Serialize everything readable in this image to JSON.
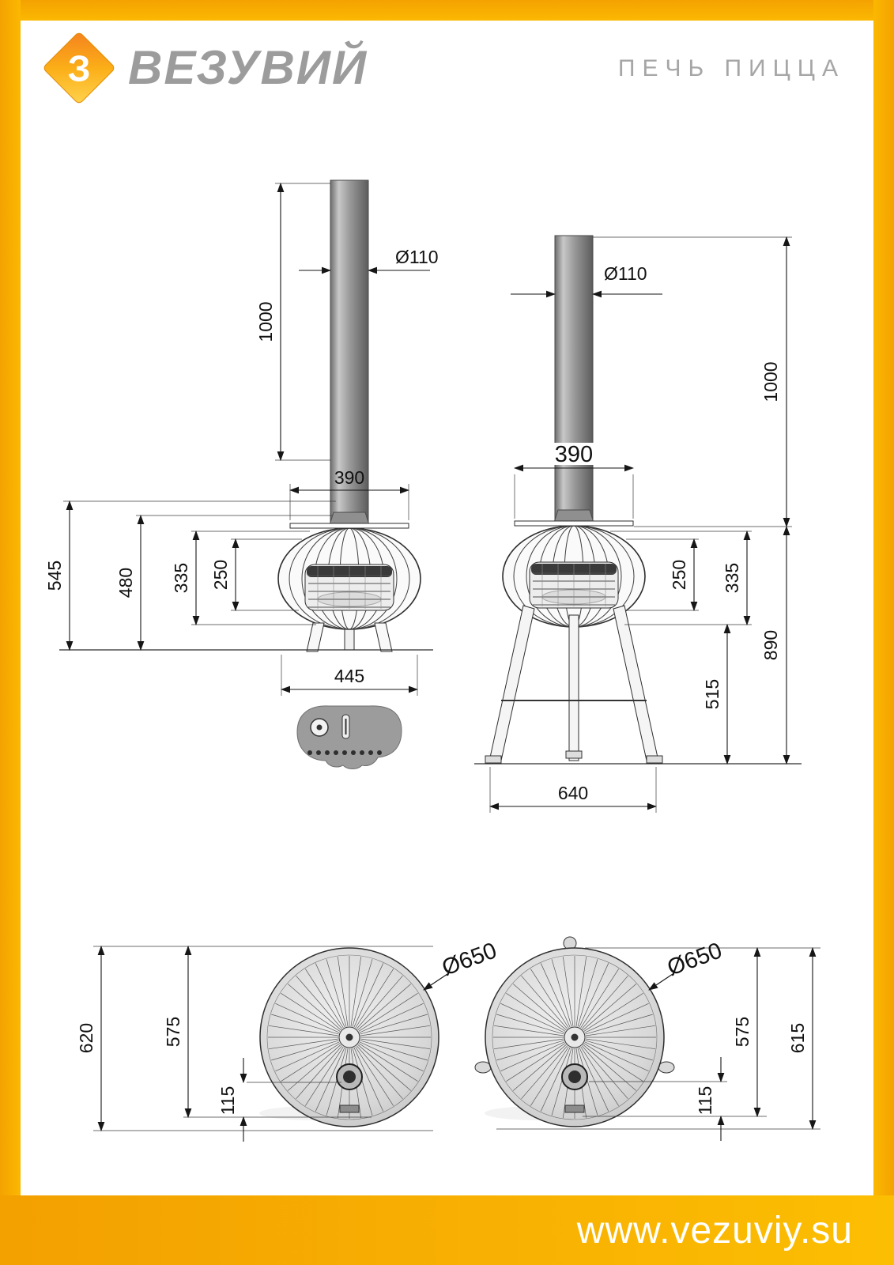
{
  "colors": {
    "accent": "#F7A800",
    "brand_text": "#9C9C9C",
    "line": "#161616"
  },
  "header": {
    "brand": "ВЕЗУВИЙ",
    "product_title": "ПЕЧЬ ПИЦЦА",
    "logo_letter": "З"
  },
  "footer": {
    "website": "www.vezuviy.su"
  },
  "dims": {
    "front": {
      "pipe_d": "Ø110",
      "pipe_len": "1000",
      "body_w": "390",
      "h_total": "545",
      "h_body_top": "480",
      "h_335": "335",
      "h_opening": "250",
      "base_w": "445"
    },
    "side": {
      "pipe_d": "Ø110",
      "pipe_len": "1000",
      "body_w": "390",
      "h_opening": "250",
      "h_335": "335",
      "h_total": "890",
      "h_legs": "515",
      "leg_span": "640"
    },
    "top_left": {
      "d": "Ø650",
      "h_620": "620",
      "h_575": "575",
      "h_115": "115"
    },
    "top_right": {
      "d": "Ø650",
      "h_615": "615",
      "h_575": "575",
      "h_115": "115"
    }
  }
}
